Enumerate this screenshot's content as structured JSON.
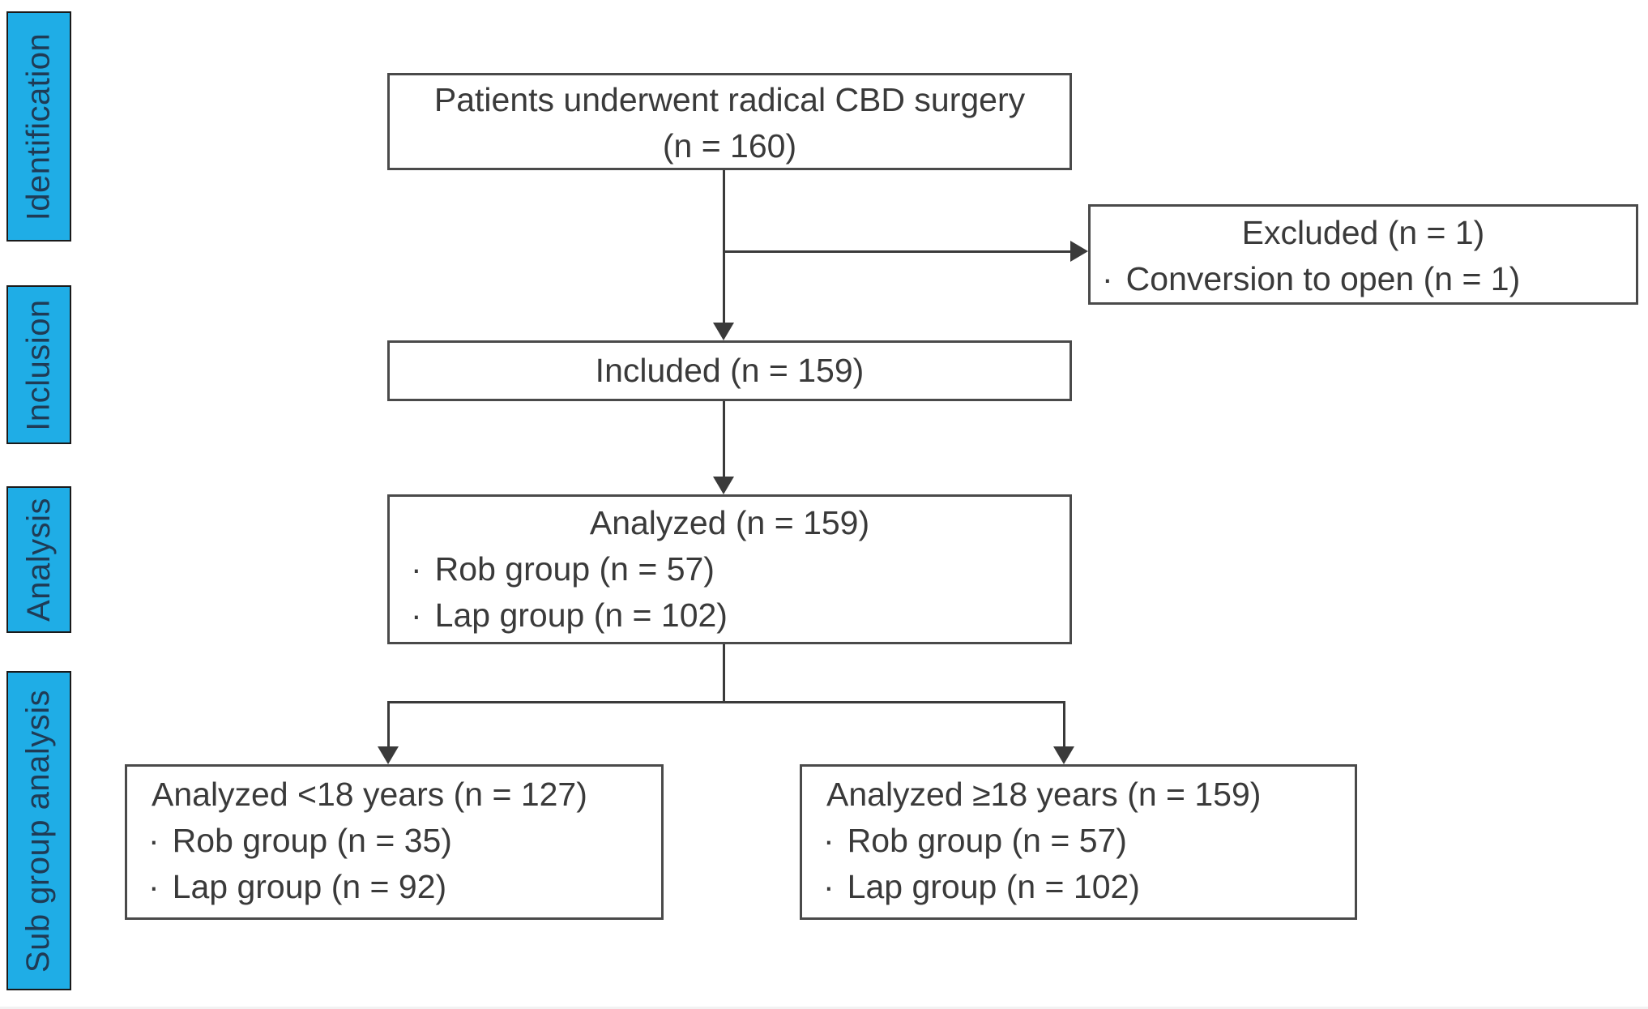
{
  "palette": {
    "stage_fill": "#1fade6",
    "stage_text": "#1f3b55",
    "box_border": "#4a4a4a",
    "flow_text": "#3a3a3a",
    "line": "#3a3a3a"
  },
  "bullet_glyph": "·",
  "stages": [
    {
      "label": "Identification"
    },
    {
      "label": "Inclusion"
    },
    {
      "label": "Analysis"
    },
    {
      "label": "Sub group analysis"
    }
  ],
  "boxes": {
    "enrollment": {
      "line1": "Patients underwent radical CBD surgery",
      "line2": "(n = 160)"
    },
    "excluded": {
      "title": "Excluded (n = 1)",
      "bullets": [
        "Conversion to open (n = 1)"
      ]
    },
    "included": {
      "title": "Included (n = 159)"
    },
    "analyzed": {
      "title": "Analyzed (n = 159)",
      "bullets": [
        "Rob group (n = 57)",
        "Lap group (n = 102)"
      ]
    },
    "subgroup_under18": {
      "title": "Analyzed <18 years (n = 127)",
      "bullets": [
        "Rob group (n = 35)",
        "Lap group (n = 92)"
      ]
    },
    "subgroup_over18": {
      "title": "Analyzed ≥18 years (n = 159)",
      "bullets": [
        "Rob group (n = 57)",
        "Lap group (n = 102)"
      ]
    }
  }
}
